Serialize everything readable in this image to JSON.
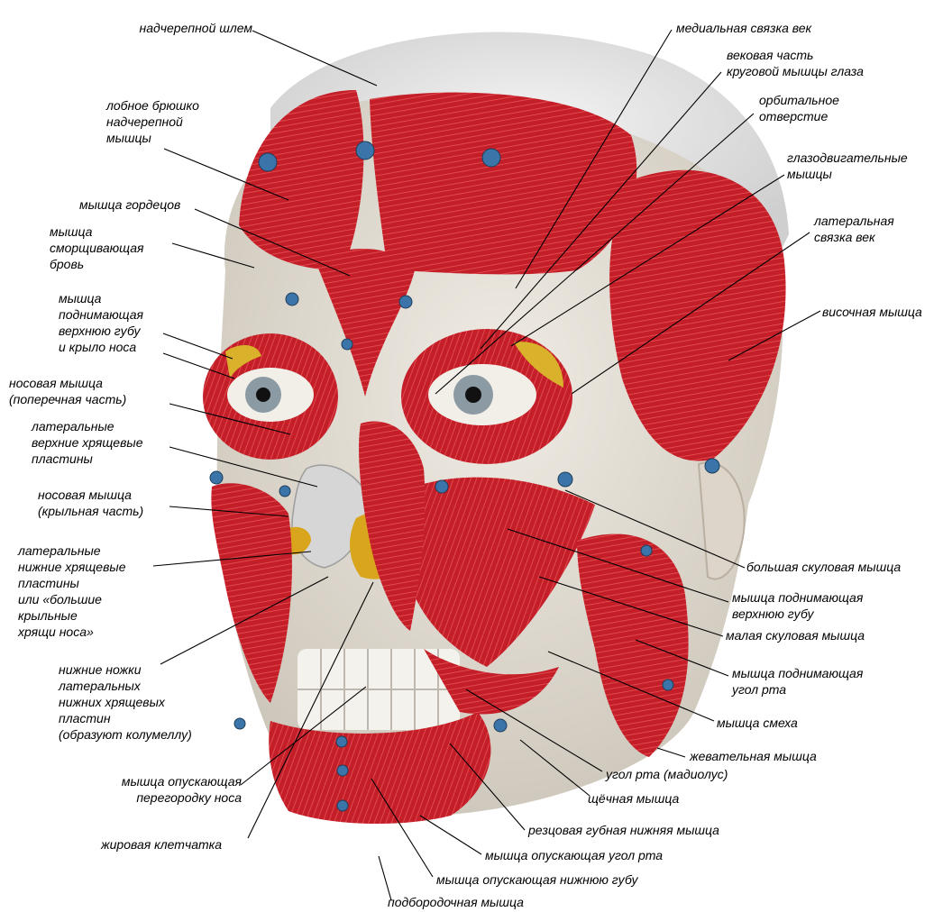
{
  "labels": {
    "nadcherepnoy_shlem": "надчерепной шлем",
    "lobnoe_bryushko": "лобное брюшко\nнадчерепной\nмышцы",
    "myshtsa_gordetsov": "мышца гордецов",
    "smorshch_brov": "мышца\nсморщивающая\nбровь",
    "podn_verkh_gubu_krylo": "мышца\nподнимающая\nверхнюю губу\nи крыло носа",
    "nosovaya_poperech": "носовая мышца\n(поперечная часть)",
    "lat_verkh_khryashch": "латеральные\nверхние хрящевые\nпластины",
    "nosovaya_krylnaya": "носовая мышца\n(крыльная часть)",
    "lat_nizh_khryashch": "латеральные\nнижние хрящевые\nпластины\nили «большие\nкрыльные\nхрящи носа»",
    "nizhnie_nozhki": "нижние ножки\nлатеральных\nнижних хрящевых\nпластин\n(образуют колумеллу)",
    "opusk_peregorodku": "мышца опускающая\nперегородку носа",
    "zhirovaya": "жировая клетчатка",
    "medial_svyazka": "медиальная связка век",
    "vekovaya_chast": "вековая часть\nкруговой мышцы глаза",
    "orbitalnoe": "орбитальное\nотверстие",
    "glazodvigatelnye": "глазодвигательные\nмышцы",
    "lateral_svyazka": "латеральная\nсвязка век",
    "visochnaya": "височная мышца",
    "bolshaya_skulovaya": "большая скуловая мышца",
    "podn_verkh_gubu": "мышца поднимающая\nверхнюю губу",
    "malaya_skulovaya": "малая скуловая мышца",
    "podn_ugol_rta": "мышца поднимающая\nугол рта",
    "smekha": "мышца смеха",
    "zhevatelnaya": "жевательная мышца",
    "ugol_rta": "угол рта (мадиолус)",
    "shchechnaya": "щёчная мышца",
    "rezcovaya": "резцовая губная нижняя мышца",
    "opusk_ugol_rta": "мышца опускающая угол рта",
    "opusk_nizh_gubu": "мышца опускающая нижнюю губу",
    "podborodochnaya": "подбородочная мышца"
  },
  "colors": {
    "muscle": "#c8202a",
    "muscle_dark": "#8e1018",
    "bone": "#e6e1d8",
    "skull_cap": "#ececec",
    "cartilage": "#d8d8d8",
    "fat": "#d9a51c",
    "pin": "#3b74a8"
  }
}
